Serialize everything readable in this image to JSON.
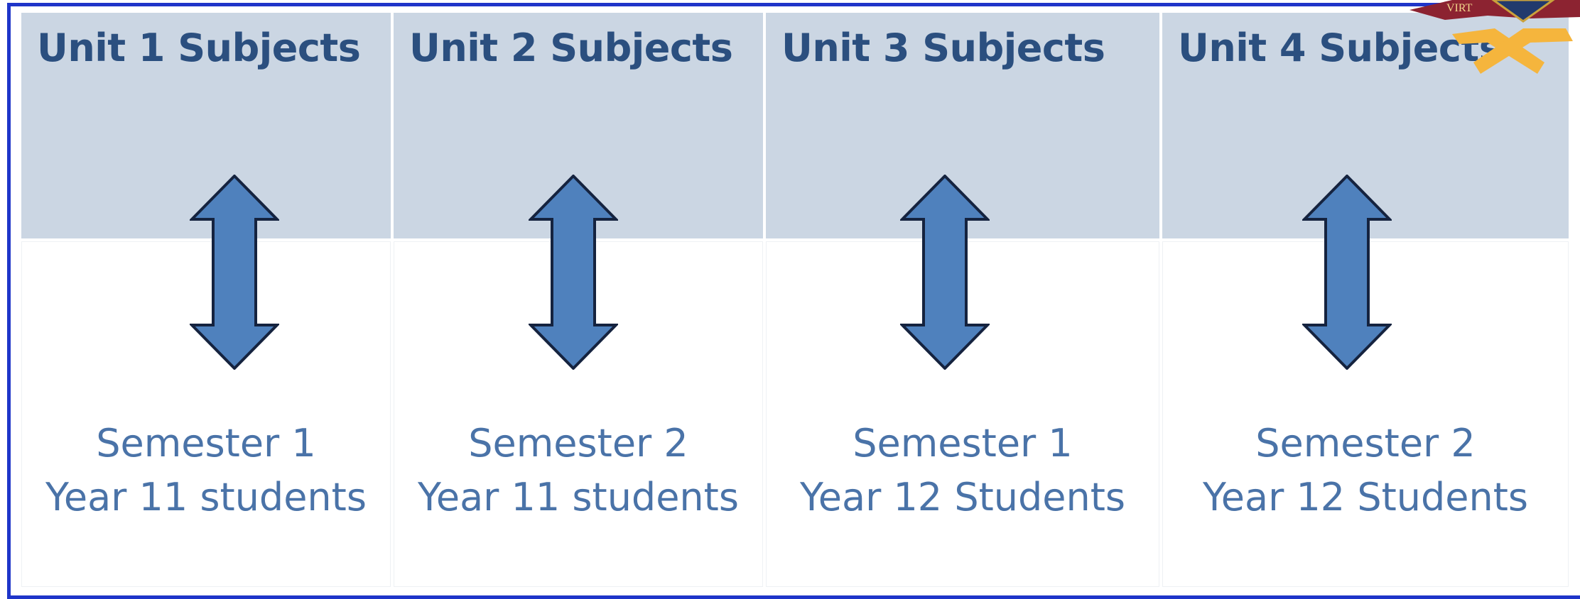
{
  "units": [
    {
      "title": "Unit 1 Subjects",
      "semester": "Semester 1",
      "cohort": "Year 11 students"
    },
    {
      "title": "Unit 2 Subjects",
      "semester": "Semester 2",
      "cohort": "Year 11 students"
    },
    {
      "title": "Unit 3 Subjects",
      "semester": "Semester 1",
      "cohort": "Year 12 Students"
    },
    {
      "title": "Unit 4 Subjects",
      "semester": "Semester 2",
      "cohort": "Year 12 Students"
    }
  ],
  "logo": {
    "text": "VIRT"
  },
  "colors": {
    "header_bg": "#cbd6e3",
    "title": "#2b4f7f",
    "body_text": "#4a73a8",
    "arrow_fill": "#4f81bd",
    "arrow_stroke": "#15233f",
    "frame": "#1f35c9"
  }
}
